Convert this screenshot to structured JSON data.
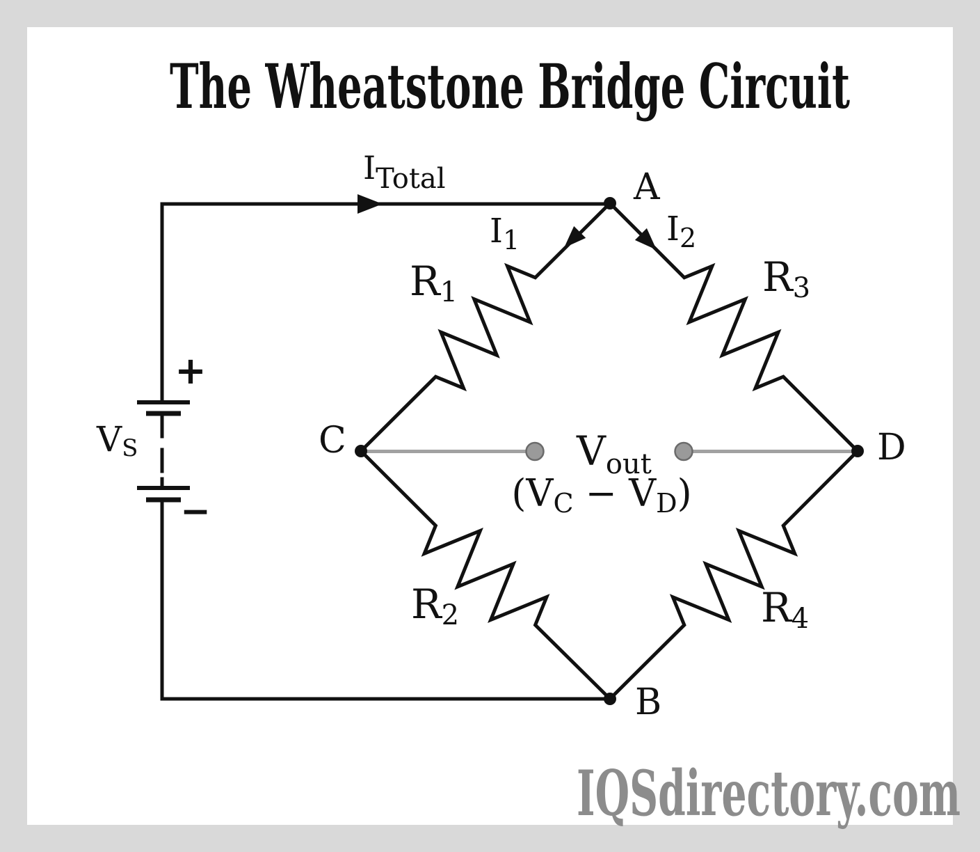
{
  "title": "The Wheatstone Bridge Circuit",
  "watermark": "IQSdirectory.com",
  "colors": {
    "wire": "#111111",
    "frame": "#d9d9d9",
    "background": "#ffffff",
    "gray_link": "#a1a1a1",
    "terminal_fill": "#9a9a9a",
    "watermark": "#8c8c8c"
  },
  "nodes": {
    "a": "A",
    "b": "B",
    "c": "C",
    "d": "D"
  },
  "source": {
    "label_base": "V",
    "label_sub": "S",
    "plus": "+",
    "minus": "−"
  },
  "currents": {
    "total": {
      "base": "I",
      "sub": "Total"
    },
    "i1": {
      "base": "I",
      "sub": "1"
    },
    "i2": {
      "base": "I",
      "sub": "2"
    }
  },
  "resistors": {
    "r1": {
      "base": "R",
      "sub": "1"
    },
    "r2": {
      "base": "R",
      "sub": "2"
    },
    "r3": {
      "base": "R",
      "sub": "3"
    },
    "r4": {
      "base": "R",
      "sub": "4"
    }
  },
  "output": {
    "vout_base": "V",
    "vout_sub": "out",
    "formula_open": "(V",
    "formula_sub1": "C",
    "formula_mid": " − V",
    "formula_sub2": "D",
    "formula_close": ")"
  }
}
